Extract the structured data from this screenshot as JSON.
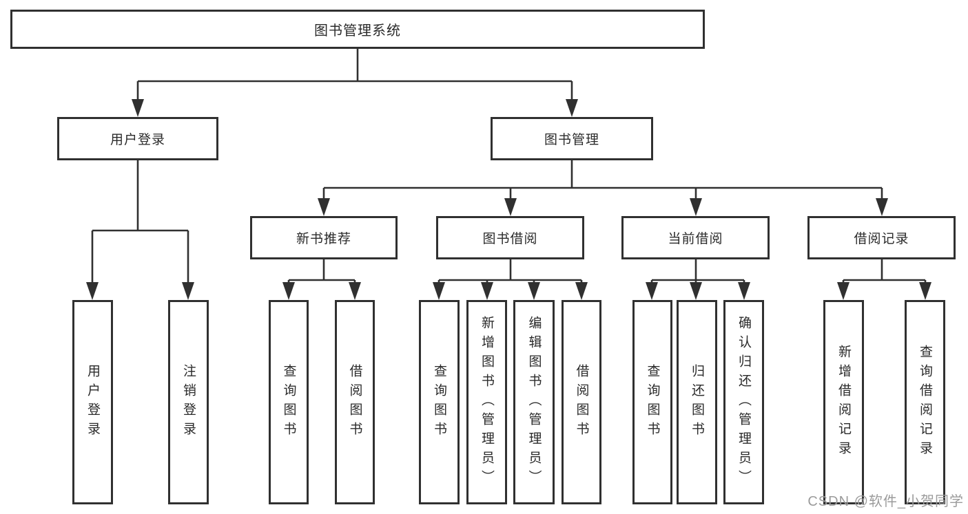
{
  "title": "图书管理系统",
  "colors": {
    "line": "#303030",
    "box_border": "#303030",
    "text": "#2a2a2a",
    "background": "#ffffff",
    "watermark": "#9b9b9b"
  },
  "tree": {
    "label": "图书管理系统",
    "children": [
      {
        "label": "用户登录",
        "children": [
          {
            "label": "用户登录"
          },
          {
            "label": "注销登录"
          }
        ]
      },
      {
        "label": "图书管理",
        "children": [
          {
            "label": "新书推荐",
            "children": [
              {
                "label": "查询图书"
              },
              {
                "label": "借阅图书"
              }
            ]
          },
          {
            "label": "图书借阅",
            "children": [
              {
                "label": "查询图书"
              },
              {
                "label": "新增图书（管理员）"
              },
              {
                "label": "编辑图书（管理员）"
              },
              {
                "label": "借阅图书"
              }
            ]
          },
          {
            "label": "当前借阅",
            "children": [
              {
                "label": "查询图书"
              },
              {
                "label": "归还图书"
              },
              {
                "label": "确认归还（管理员）"
              }
            ]
          },
          {
            "label": "借阅记录",
            "children": [
              {
                "label": "新增借阅记录"
              },
              {
                "label": "查询借阅记录"
              }
            ]
          }
        ]
      }
    ]
  },
  "watermark": "CSDN @软件_小贺同学"
}
